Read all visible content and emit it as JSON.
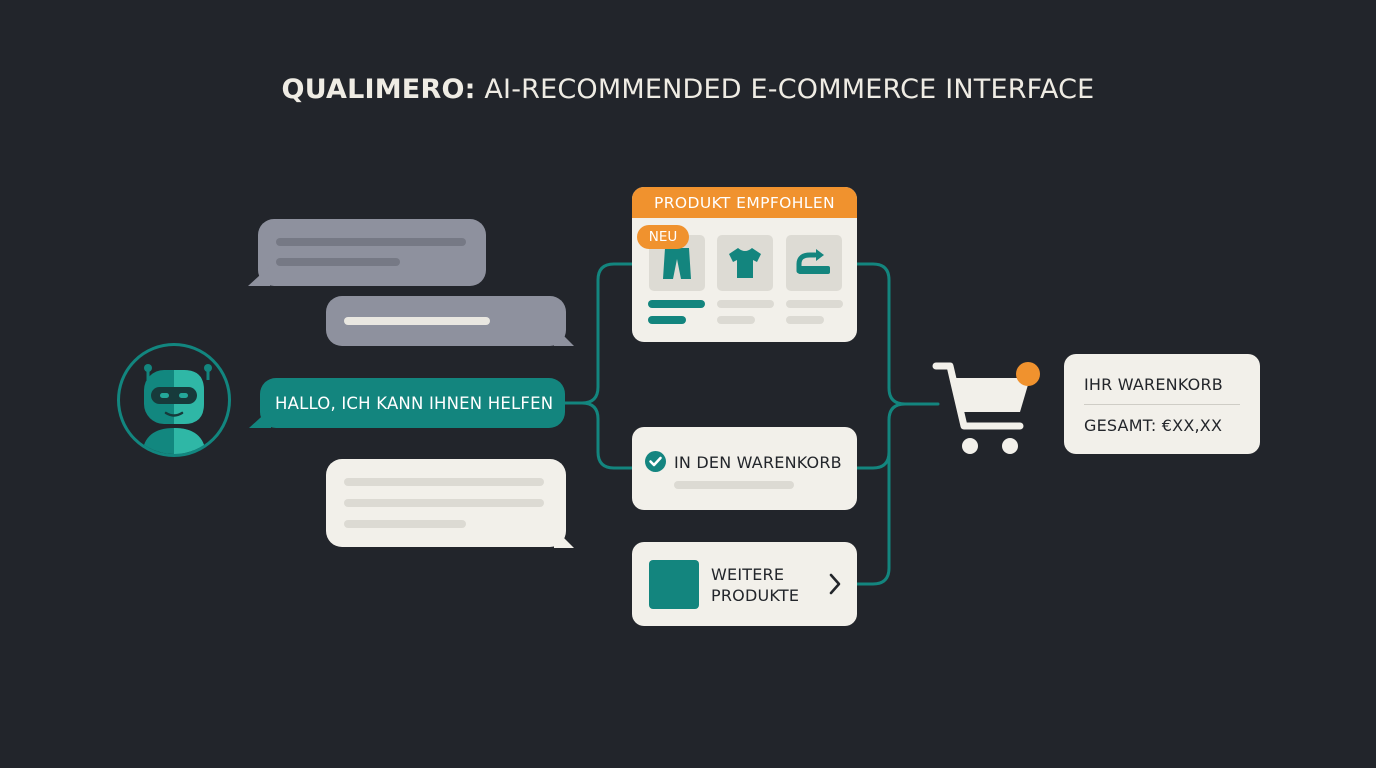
{
  "title": {
    "brand": "QUALIMERO:",
    "rest": " AI-RECOMMENDED E-COMMERCE INTERFACE"
  },
  "chat": {
    "bot_greeting": "HALLO, ICH KANN IHNEN HELFEN"
  },
  "recommendation_card": {
    "header": "PRODUKT EMPFOHLEN",
    "badge": "NEU",
    "thumbnails": [
      "trousers-icon",
      "tshirt-icon",
      "cap-icon"
    ]
  },
  "add_to_cart_card": {
    "label": "IN DEN WARENKORB"
  },
  "more_products_card": {
    "line1": "WEITERE",
    "line2": "PRODUKTE"
  },
  "cart": {
    "title": "IHR WARENKORB",
    "total": "GESAMT: €XX,XX"
  },
  "colors": {
    "background": "#22252b",
    "teal": "#13857e",
    "orange": "#f0922e",
    "card": "#f2f0ea",
    "bubble_gray": "#8e919e"
  }
}
